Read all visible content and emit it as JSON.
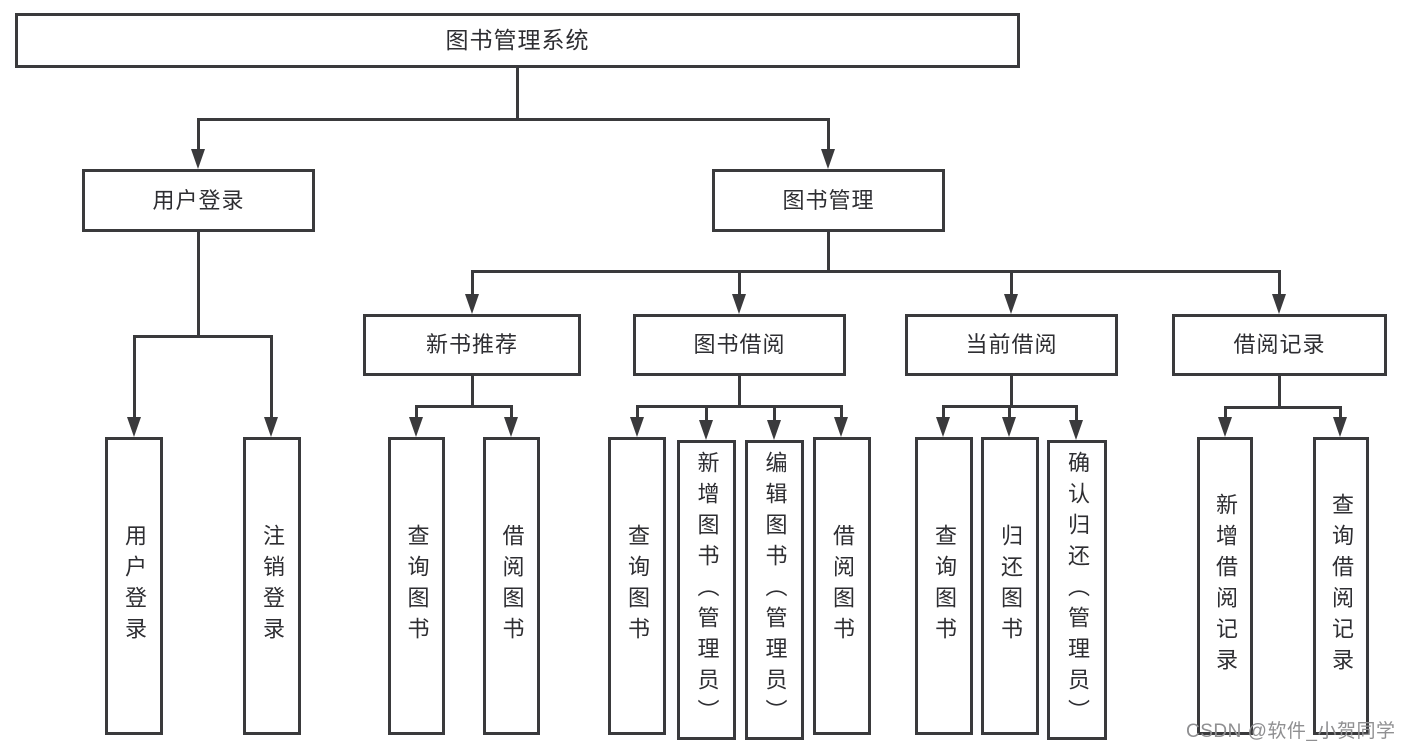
{
  "diagram": {
    "type": "tree",
    "root": {
      "label": "图书管理系统"
    },
    "branches": [
      {
        "label": "用户登录",
        "children": [
          {
            "label": "用户登录"
          },
          {
            "label": "注销登录"
          }
        ]
      },
      {
        "label": "图书管理",
        "children": [
          {
            "label": "新书推荐",
            "children": [
              {
                "label": "查询图书"
              },
              {
                "label": "借阅图书"
              }
            ]
          },
          {
            "label": "图书借阅",
            "children": [
              {
                "label": "查询图书"
              },
              {
                "label": "新增图书（管理员）"
              },
              {
                "label": "编辑图书（管理员）"
              },
              {
                "label": "借阅图书"
              }
            ]
          },
          {
            "label": "当前借阅",
            "children": [
              {
                "label": "查询图书"
              },
              {
                "label": "归还图书"
              },
              {
                "label": "确认归还（管理员）"
              }
            ]
          },
          {
            "label": "借阅记录",
            "children": [
              {
                "label": "新增借阅记录"
              },
              {
                "label": "查询借阅记录"
              }
            ]
          }
        ]
      }
    ]
  },
  "watermark": {
    "text": "CSDN @软件_小贺同学"
  },
  "colors": {
    "background": "#ffffff",
    "line": "#3a3a3c",
    "text": "#2e2e32",
    "watermark": "#8f8f91"
  }
}
